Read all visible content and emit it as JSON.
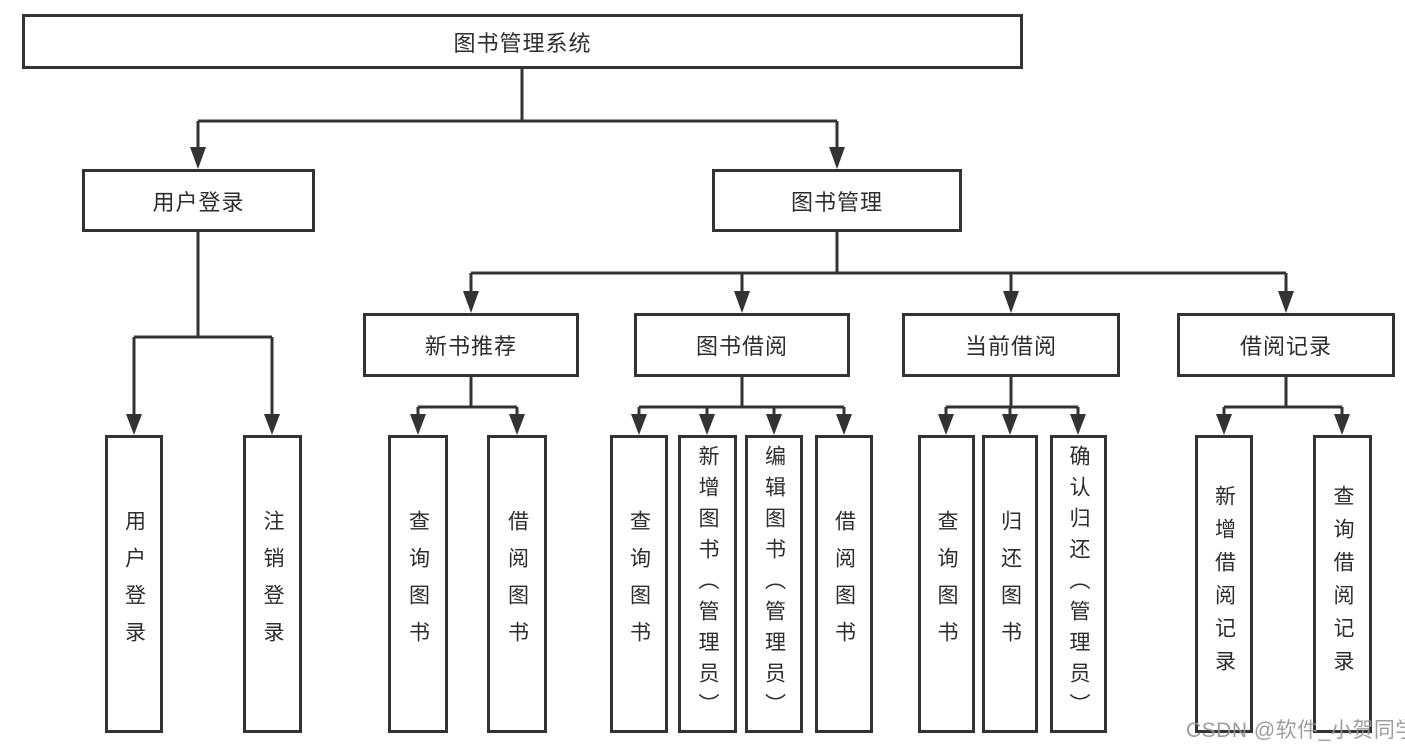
{
  "tree": {
    "root": {
      "label": "图书管理系统",
      "children": [
        {
          "label": "用户登录",
          "children": [
            {
              "label": "用户登录"
            },
            {
              "label": "注销登录"
            }
          ]
        },
        {
          "label": "图书管理",
          "children": [
            {
              "label": "新书推荐",
              "children": [
                {
                  "label": "查询图书"
                },
                {
                  "label": "借阅图书"
                }
              ]
            },
            {
              "label": "图书借阅",
              "children": [
                {
                  "label": "查询图书"
                },
                {
                  "label": "新增图书（管理员）"
                },
                {
                  "label": "编辑图书（管理员）"
                },
                {
                  "label": "借阅图书"
                }
              ]
            },
            {
              "label": "当前借阅",
              "children": [
                {
                  "label": "查询图书"
                },
                {
                  "label": "归还图书"
                },
                {
                  "label": "确认归还（管理员）"
                }
              ]
            },
            {
              "label": "借阅记录",
              "children": [
                {
                  "label": "新增借阅记录"
                },
                {
                  "label": "查询借阅记录"
                }
              ]
            }
          ]
        }
      ]
    }
  },
  "watermark": {
    "text": "CSDN @软件_小贺同学"
  },
  "colors": {
    "line": "#333333",
    "text": "#2d2d2d",
    "box_fill": "#ffffff",
    "watermark": "#969696",
    "background": "#ffffff"
  }
}
